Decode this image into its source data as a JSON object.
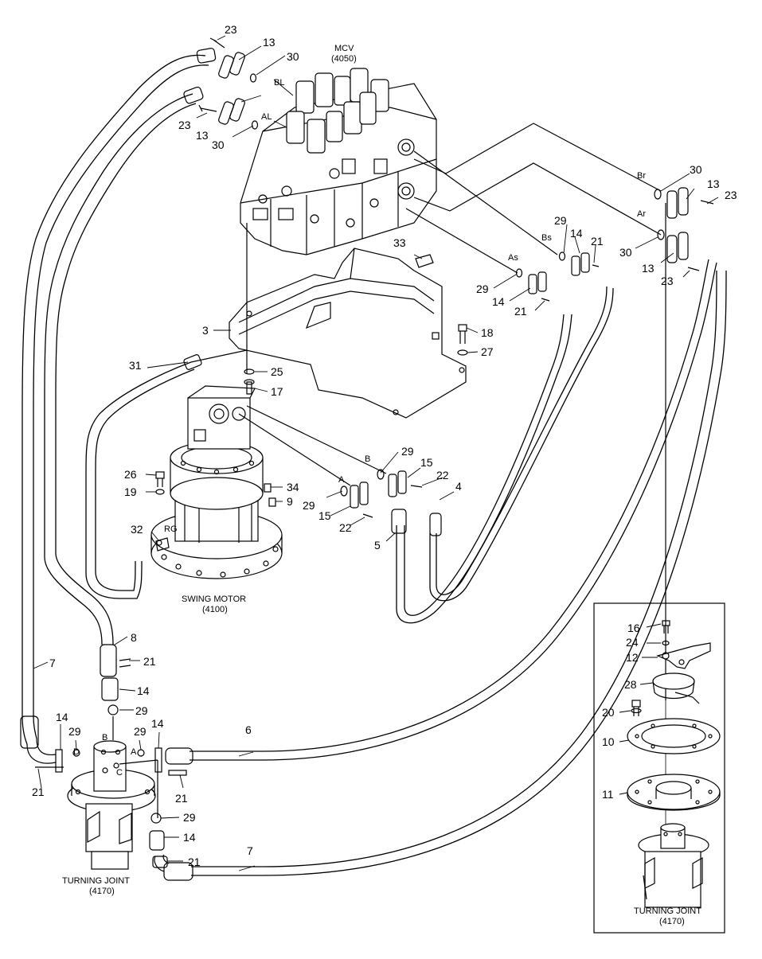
{
  "components": {
    "mcv": {
      "name": "MCV",
      "code": "(4050)"
    },
    "swing_motor": {
      "name": "SWING MOTOR",
      "code": "(4100)"
    },
    "turning_joint": {
      "name": "TURNING JOINT",
      "code": "(4170)"
    },
    "turning_joint_detail": {
      "name": "TURNING JOINT",
      "code": "(4170)"
    }
  },
  "port_labels": {
    "bl": "BL",
    "al": "AL",
    "br": "Br",
    "ar": "Ar",
    "bs": "Bs",
    "as": "As",
    "b_motor": "B",
    "a_motor": "A",
    "rg": "RG",
    "tj_b": "B",
    "tj_d": "D",
    "tj_a": "A",
    "tj_c": "C"
  },
  "callouts": {
    "c23a": "23",
    "c13a": "13",
    "c30a": "30",
    "c23b": "23",
    "c13b": "13",
    "c30b": "30",
    "c30c": "30",
    "c13c": "13",
    "c23c": "23",
    "c30d": "30",
    "c13d": "13",
    "c23d": "23",
    "c29a": "29",
    "c14a": "14",
    "c21a": "21",
    "c33": "33",
    "c29b": "29",
    "c14b": "14",
    "c21b": "21",
    "c3": "3",
    "c18": "18",
    "c27": "27",
    "c31": "31",
    "c25": "25",
    "c17": "17",
    "c29c": "29",
    "c15a": "15",
    "c22a": "22",
    "c4": "4",
    "c26": "26",
    "c19": "19",
    "c34": "34",
    "c9": "9",
    "c29d": "29",
    "c15b": "15",
    "c22b": "22",
    "c32": "32",
    "c5": "5",
    "c8": "8",
    "c21c": "21",
    "c14c": "14",
    "c29e": "29",
    "c7a": "7",
    "c14d": "14",
    "c29f": "29",
    "c29g": "29",
    "c14e": "14",
    "c21d": "21",
    "c6": "6",
    "c21e": "21",
    "c29h": "29",
    "c14f": "14",
    "c21f": "21",
    "c7b": "7",
    "c16": "16",
    "c24": "24",
    "c12": "12",
    "c28": "28",
    "c20": "20",
    "c10": "10",
    "c11": "11"
  }
}
